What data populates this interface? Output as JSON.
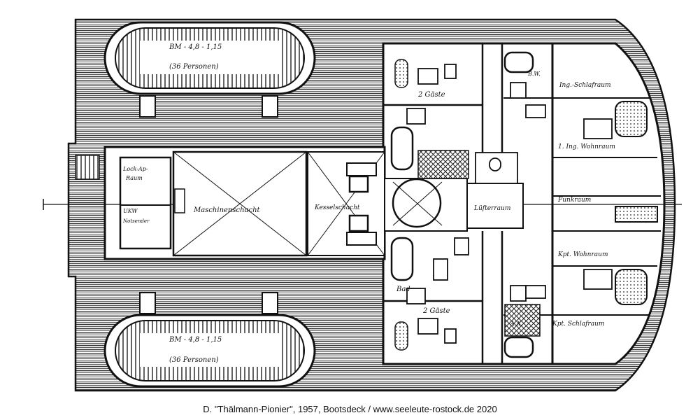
{
  "caption": "D. \"Thälmann-Pionier\", 1957, Bootsdeck / www.seeleute-rostock.de 2020",
  "boats": {
    "top": {
      "line1": "BM - 4,8 - 1,15",
      "line2": "(36 Personen)"
    },
    "bottom": {
      "line1": "BM - 4,8 - 1,15",
      "line2": "(36 Personen)"
    }
  },
  "rooms": {
    "maschinen": "Maschinenschacht",
    "kesselschacht": "Kesselschacht",
    "luefterraum": "Lüfterraum",
    "lock_room_1": "Lock-Ap-",
    "lock_room_2": "Raum",
    "ukw": "UKW",
    "notsender": "Notsender",
    "gaeste_top": "2 Gäste",
    "gaeste_bottom": "2 Gäste",
    "bad": "Bad",
    "schlafraum_top": "Ing.-Schlafraum",
    "wohnraum_top": "1. Ing. Wohnraum",
    "funk": "Funkraum",
    "wohnraum_bottom": "Kpt. Wohnraum",
    "schlafraum_bottom": "Kpt. Schlafraum",
    "aa": "A.A.",
    "bw": "B.W."
  }
}
